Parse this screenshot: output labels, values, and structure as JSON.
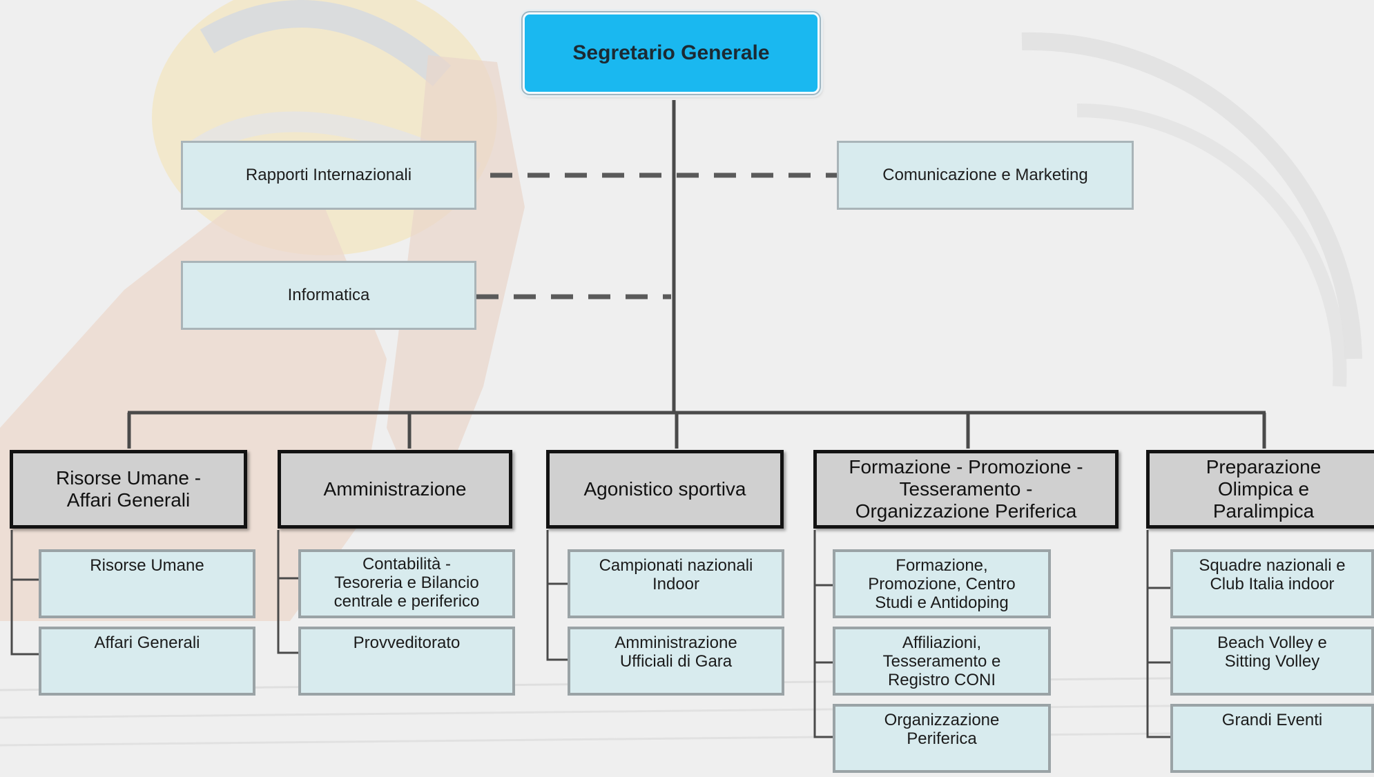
{
  "diagram": {
    "top": "Segretario Generale",
    "staff": {
      "international": "Rapporti Internazionali",
      "communication": "Comunicazione e Marketing",
      "it": "Informatica"
    },
    "divisions": [
      {
        "title": "Risorse Umane -\nAffari Generali",
        "units": [
          "Risorse Umane",
          "Affari Generali"
        ]
      },
      {
        "title": "Amministrazione",
        "units": [
          "Contabilità -\nTesoreria e Bilancio\ncentrale e periferico",
          "Provveditorato"
        ]
      },
      {
        "title": "Agonistico sportiva",
        "units": [
          "Campionati nazionali\nIndoor",
          "Amministrazione\nUfficiali di Gara"
        ]
      },
      {
        "title": "Formazione - Promozione -\nTesseramento -\nOrganizzazione Periferica",
        "units": [
          "Formazione,\nPromozione, Centro\nStudi e Antidoping",
          "Affiliazioni,\nTesseramento e\nRegistro CONI",
          "Organizzazione\nPeriferica"
        ]
      },
      {
        "title": "Preparazione\nOlimpica e\nParalimpica",
        "units": [
          "Squadre nazionali e\nClub Italia indoor",
          "Beach Volley e\nSitting Volley",
          "Grandi Eventi"
        ]
      }
    ]
  }
}
